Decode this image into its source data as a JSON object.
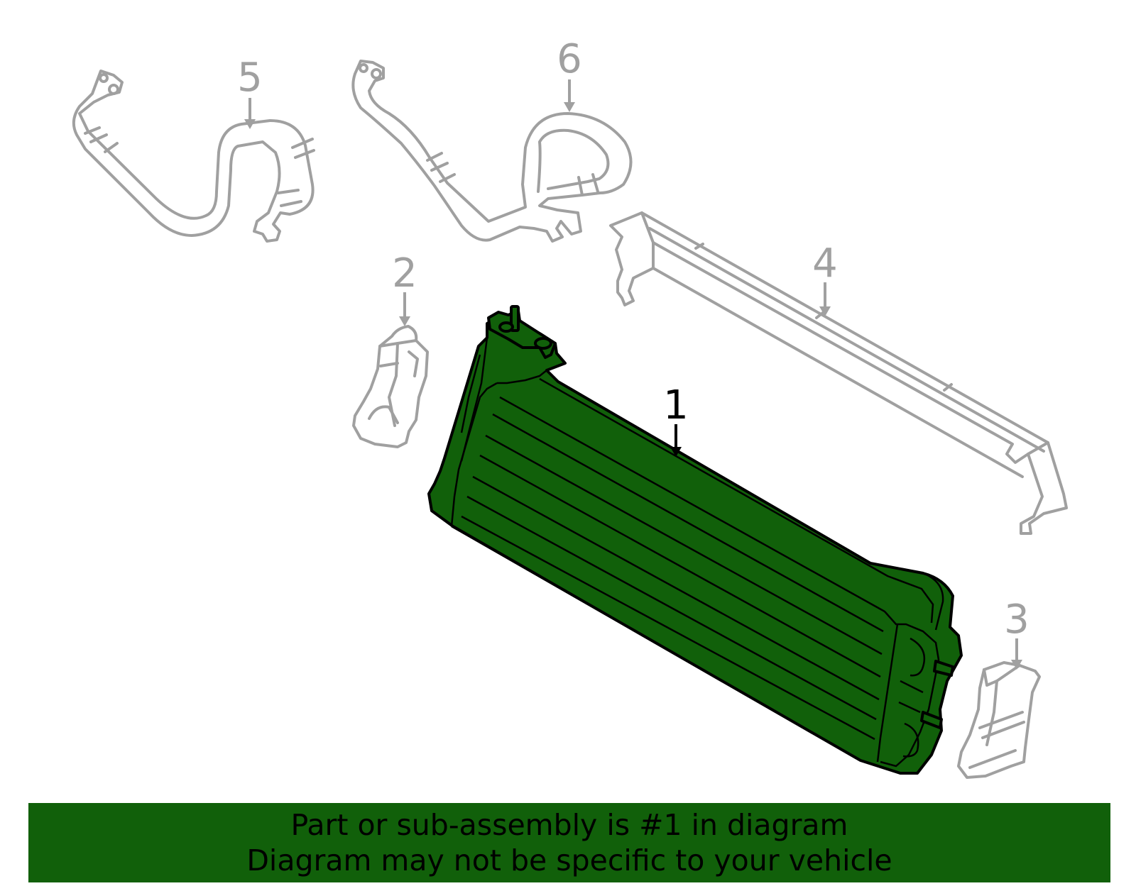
{
  "colors": {
    "highlight": "#11600a",
    "outline": "#000000",
    "ghost": "#a0a0a0"
  },
  "callouts": {
    "part_1": "1",
    "part_2": "2",
    "part_3": "3",
    "part_4": "4",
    "part_5": "5",
    "part_6": "6"
  },
  "banner": {
    "line1": "Part or sub-assembly is #1 in diagram",
    "line2": "Diagram may not be specific to your vehicle"
  }
}
